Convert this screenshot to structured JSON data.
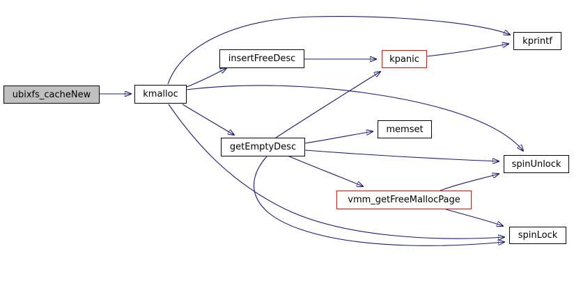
{
  "colors": {
    "background": "#ffffff",
    "edge": "#191970",
    "node-fill": "#ffffff",
    "node-border": "#000000",
    "highlight-border": "#ff0000",
    "current-fill": "#c0c0c0",
    "text": "#000000"
  },
  "graph": {
    "type": "call-graph",
    "nodes": {
      "ubixfs_cacheNew": {
        "label": "ubixfs_cacheNew",
        "style": "current"
      },
      "kmalloc": {
        "label": "kmalloc",
        "style": "normal"
      },
      "insertFreeDesc": {
        "label": "insertFreeDesc",
        "style": "normal"
      },
      "kpanic": {
        "label": "kpanic",
        "style": "highlighted"
      },
      "kprintf": {
        "label": "kprintf",
        "style": "normal"
      },
      "getEmptyDesc": {
        "label": "getEmptyDesc",
        "style": "normal"
      },
      "memset": {
        "label": "memset",
        "style": "normal"
      },
      "spinUnlock": {
        "label": "spinUnlock",
        "style": "normal"
      },
      "vmm_getFreeMallocPage": {
        "label": "vmm_getFreeMallocPage",
        "style": "highlighted"
      },
      "spinLock": {
        "label": "spinLock",
        "style": "normal"
      }
    },
    "edges": [
      {
        "from": "ubixfs_cacheNew",
        "to": "kmalloc"
      },
      {
        "from": "kmalloc",
        "to": "kprintf"
      },
      {
        "from": "kmalloc",
        "to": "insertFreeDesc"
      },
      {
        "from": "kmalloc",
        "to": "getEmptyDesc"
      },
      {
        "from": "kmalloc",
        "to": "spinUnlock"
      },
      {
        "from": "kmalloc",
        "to": "spinLock"
      },
      {
        "from": "insertFreeDesc",
        "to": "kpanic"
      },
      {
        "from": "kpanic",
        "to": "kprintf"
      },
      {
        "from": "getEmptyDesc",
        "to": "kpanic"
      },
      {
        "from": "getEmptyDesc",
        "to": "memset"
      },
      {
        "from": "getEmptyDesc",
        "to": "spinUnlock"
      },
      {
        "from": "getEmptyDesc",
        "to": "vmm_getFreeMallocPage"
      },
      {
        "from": "getEmptyDesc",
        "to": "spinLock"
      },
      {
        "from": "vmm_getFreeMallocPage",
        "to": "spinUnlock"
      },
      {
        "from": "vmm_getFreeMallocPage",
        "to": "spinLock"
      }
    ]
  }
}
